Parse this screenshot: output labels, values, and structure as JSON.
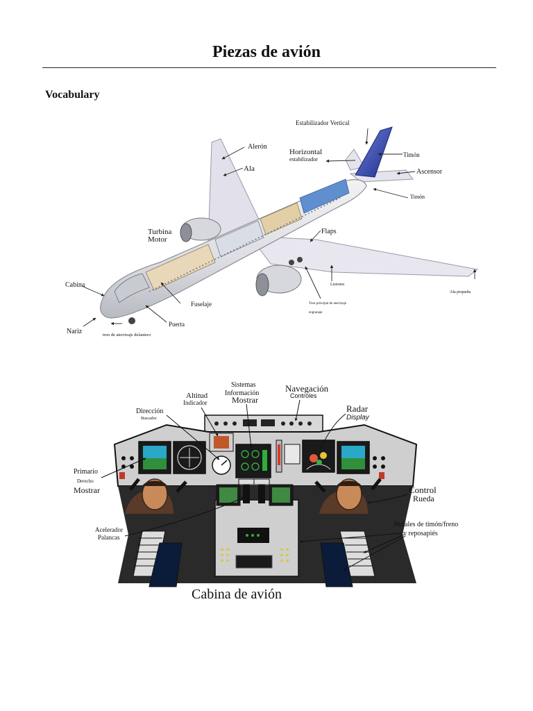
{
  "title": "Piezas de avión",
  "section_heading": "Vocabulary",
  "airplane_diagram": {
    "labels": {
      "estabilizador_vertical": "Estabilizador Vertical",
      "aleron": "Alerón",
      "ala": "Ala",
      "horizontal": "Horizontal",
      "estabilizador": "estabilizador",
      "timon_top": "Timón",
      "ascensor": "Ascensor",
      "timon_bottom": "Timón",
      "turbina": "Turbina",
      "motor": "Motor",
      "flaps": "Flaps",
      "cabina": "Cabina",
      "fuselaje": "Fuselaje",
      "listones": "Listones",
      "ala_pequena": "Ala pequeña",
      "tren_principal_1": "Tren principal de aterrizaje",
      "tren_principal_2": "engranaje",
      "nariz": "Nariz",
      "tren_delantero": "tren de aterrizaje delantero",
      "puerta": "Puerta"
    }
  },
  "cockpit_diagram": {
    "labels": {
      "sistemas": "Sistemas",
      "informacion": "Información",
      "mostrar_top": "Mostrar",
      "navegacion": "Navegación",
      "controles": "Controles",
      "altitud": "Altitud",
      "indicador": "Indicador",
      "direccion": "Dirección",
      "buscador": "Buscador",
      "radar": "Radar",
      "display": "Display",
      "primario": "Primario",
      "derecho": "Derecho",
      "mostrar_left": "Mostrar",
      "control": "Control",
      "rueda": "Rueda",
      "acelerador": "Acelerador",
      "palancas": "Palancas",
      "pedales": "Pedales de timón/freno",
      "reposapies": "y reposapiés",
      "caption": "Cabina de avión"
    }
  }
}
